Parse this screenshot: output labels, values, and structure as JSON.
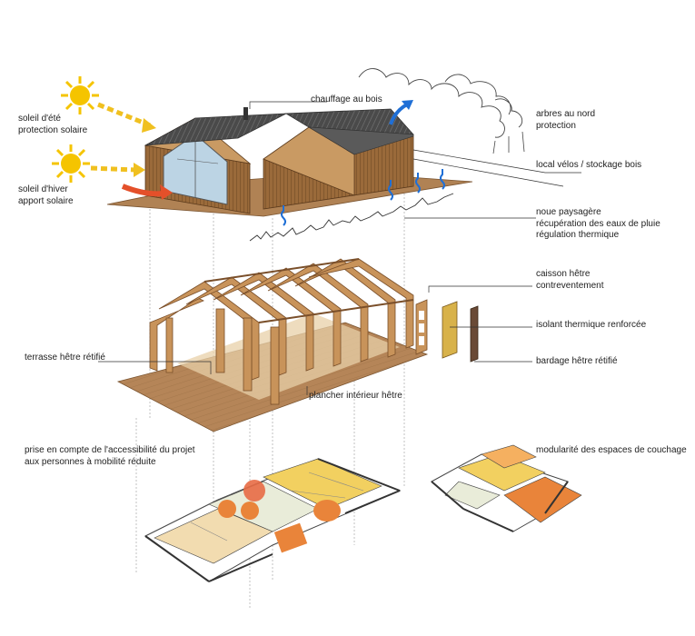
{
  "labels": {
    "summer_sun": [
      "soleil d'été",
      "protection solaire"
    ],
    "winter_sun": [
      "soleil d'hiver",
      "apport solaire"
    ],
    "wood_heating": "chauffage au bois",
    "north_trees": [
      "arbres au nord",
      "protection"
    ],
    "bike_storage": "local vélos / stockage bois",
    "swale": [
      "noue paysagère",
      "récupération des eaux de pluie",
      "régulation thermique"
    ],
    "beech_box": [
      "caisson hêtre",
      "contreventement"
    ],
    "insulation": "isolant thermique renforcée",
    "cladding": "bardage hêtre rétifié",
    "terrace": "terrasse hêtre rétifié",
    "interior_floor": "plancher intérieur hêtre",
    "accessibility": [
      "prise en compte de l'accessibilité du projet",
      "aux personnes à mobilité réduite"
    ],
    "modularity": "modularité des espaces de couchage"
  },
  "colors": {
    "sun": "#f5c400",
    "sun_arrow": "#f0c020",
    "warm_arrow": "#e4502a",
    "blue_arrow": "#1f6fd6",
    "wood": "#b98a55",
    "wood_dark": "#7a4f2a",
    "deck": "#b58558",
    "plan_yellow": "#f2d060",
    "plan_orange": "#e9843a",
    "plan_red": "#e86b45"
  }
}
